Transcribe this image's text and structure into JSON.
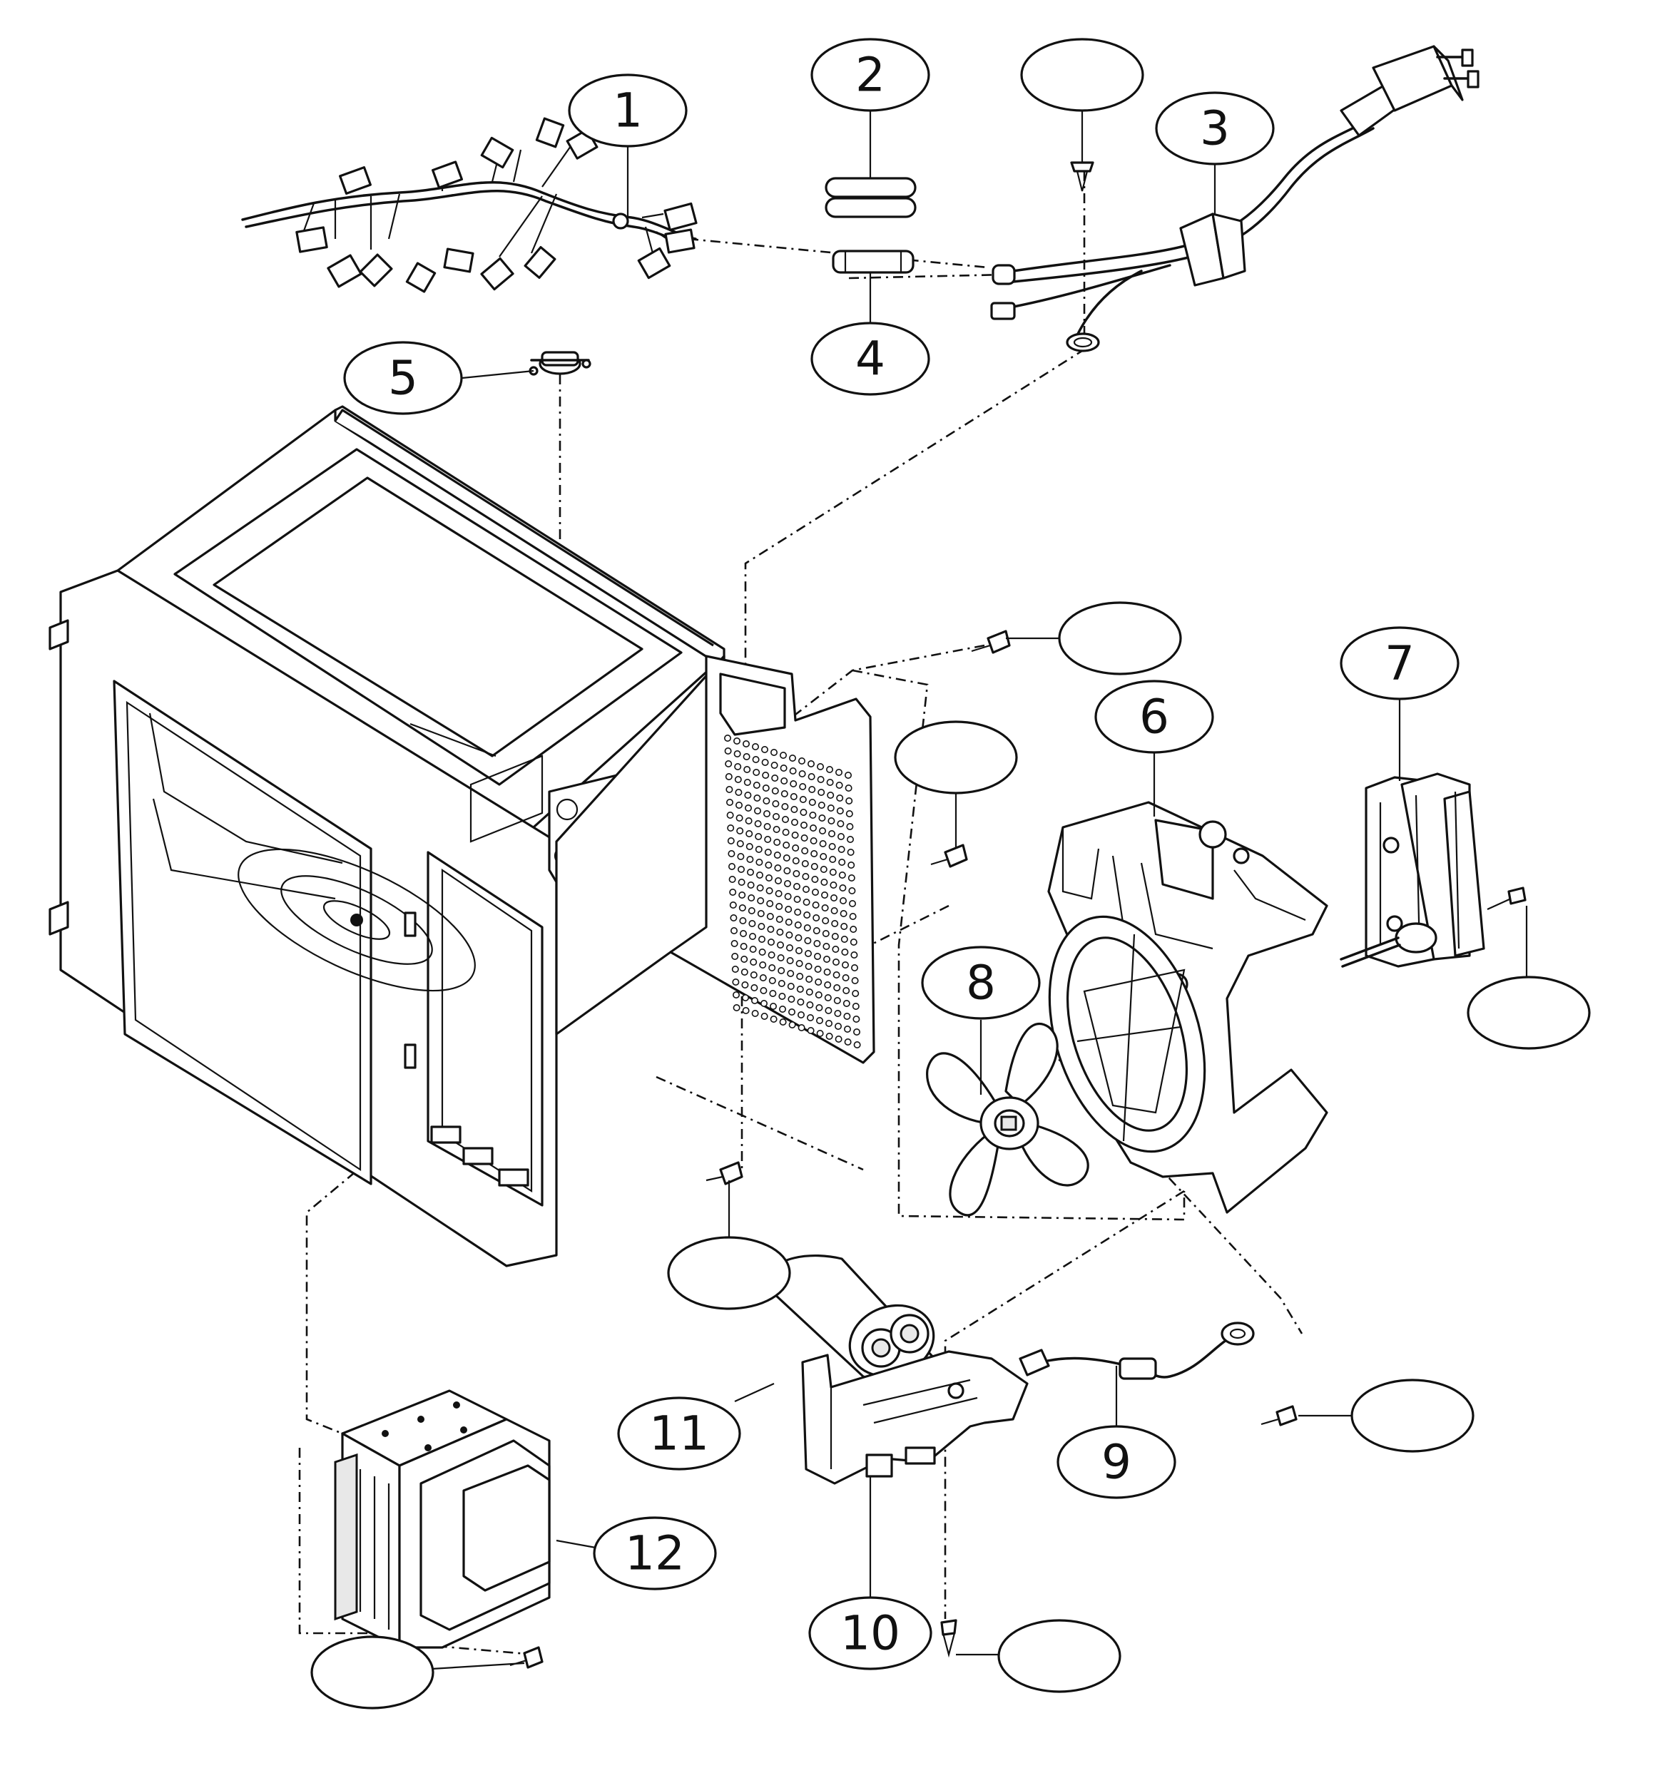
{
  "diagram": {
    "callouts": [
      {
        "id": "harness",
        "label": "1"
      },
      {
        "id": "fuse_holder",
        "label": "2"
      },
      {
        "id": "power_cord",
        "label": "3"
      },
      {
        "id": "fuse",
        "label": "4"
      },
      {
        "id": "thermostat",
        "label": "5"
      },
      {
        "id": "fan_bracket",
        "label": "6"
      },
      {
        "id": "fan_motor",
        "label": "7"
      },
      {
        "id": "fan_blade",
        "label": "8"
      },
      {
        "id": "ground_wire",
        "label": "9"
      },
      {
        "id": "capacitor_bracket",
        "label": "10"
      },
      {
        "id": "capacitor",
        "label": "11"
      },
      {
        "id": "transformer",
        "label": "12"
      }
    ],
    "blank_balloons": [
      {
        "id": "screw_cord"
      },
      {
        "id": "screw_vent_top"
      },
      {
        "id": "screw_vent_mid"
      },
      {
        "id": "screw_motor"
      },
      {
        "id": "screw_cavity"
      },
      {
        "id": "screw_ground"
      },
      {
        "id": "screw_cap_bracket"
      },
      {
        "id": "screw_transformer"
      }
    ]
  }
}
